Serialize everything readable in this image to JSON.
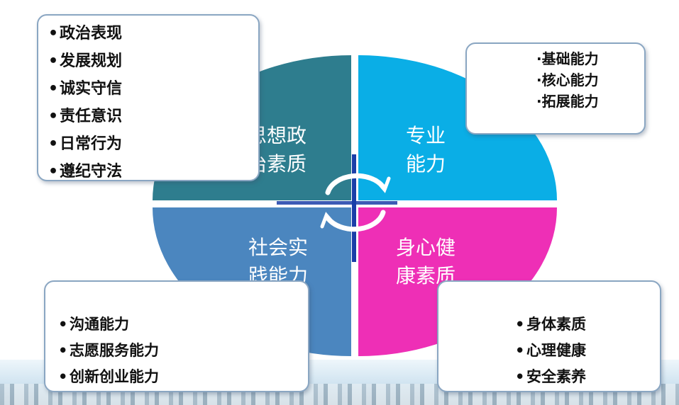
{
  "colors": {
    "quadrant_top_left": "#2e7d8e",
    "quadrant_top_right": "#0aaee6",
    "quadrant_bottom_left": "#4b86bf",
    "quadrant_bottom_right": "#ee2fb6",
    "center_line": "#1a3ea8"
  },
  "quadrants": {
    "top_left": {
      "line1": "思想政",
      "line2": "治素质"
    },
    "top_right": {
      "line1": "专业",
      "line2": "能力"
    },
    "bottom_left": {
      "line1": "社会实",
      "line2": "践能力"
    },
    "bottom_right": {
      "line1": "身心健",
      "line2": "康素质"
    }
  },
  "callouts": {
    "top_left": [
      "政治表现",
      "发展规划",
      "诚实守信",
      "责任意识",
      "日常行为",
      "遵纪守法"
    ],
    "top_right": [
      "基础能力",
      "核心能力",
      "拓展能力"
    ],
    "bottom_left": [
      "沟通能力",
      "志愿服务能力",
      "创新创业能力"
    ],
    "bottom_right": [
      "身体素质",
      "心理健康",
      "安全素养"
    ]
  },
  "icons": [
    "cycle-arrows-icon"
  ]
}
